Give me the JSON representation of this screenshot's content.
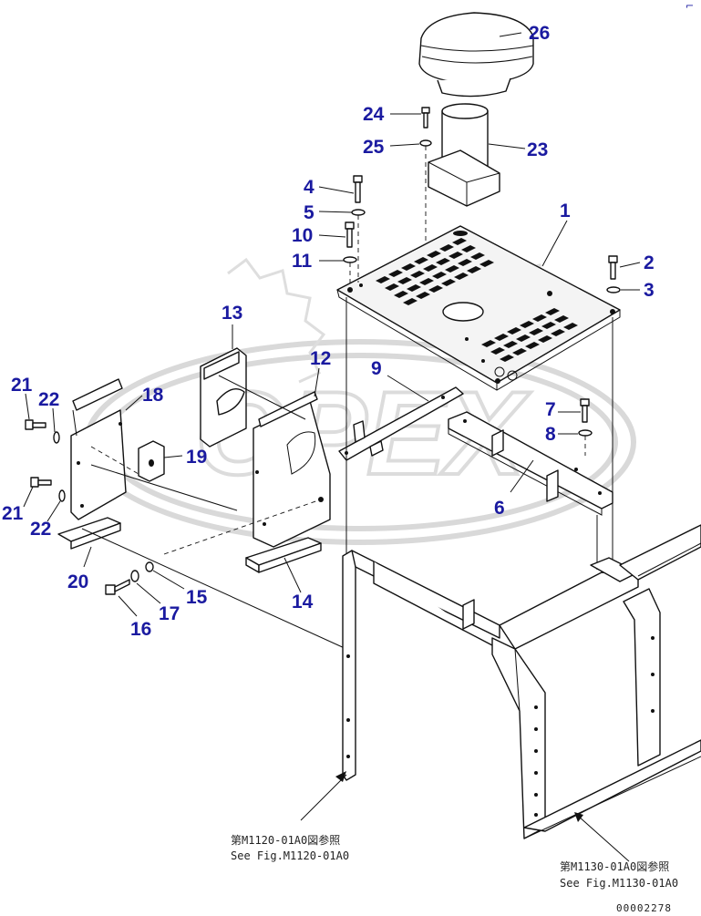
{
  "callouts": [
    {
      "id": "26",
      "label": "26"
    },
    {
      "id": "24",
      "label": "24"
    },
    {
      "id": "25",
      "label": "25"
    },
    {
      "id": "23",
      "label": "23"
    },
    {
      "id": "4",
      "label": "4"
    },
    {
      "id": "5",
      "label": "5"
    },
    {
      "id": "10",
      "label": "10"
    },
    {
      "id": "11",
      "label": "11"
    },
    {
      "id": "1",
      "label": "1"
    },
    {
      "id": "2",
      "label": "2"
    },
    {
      "id": "3",
      "label": "3"
    },
    {
      "id": "13",
      "label": "13"
    },
    {
      "id": "12",
      "label": "12"
    },
    {
      "id": "9",
      "label": "9"
    },
    {
      "id": "7",
      "label": "7"
    },
    {
      "id": "8",
      "label": "8"
    },
    {
      "id": "21a",
      "label": "21"
    },
    {
      "id": "22a",
      "label": "22"
    },
    {
      "id": "18",
      "label": "18"
    },
    {
      "id": "19",
      "label": "19"
    },
    {
      "id": "6",
      "label": "6"
    },
    {
      "id": "21b",
      "label": "21"
    },
    {
      "id": "22b",
      "label": "22"
    },
    {
      "id": "20",
      "label": "20"
    },
    {
      "id": "15",
      "label": "15"
    },
    {
      "id": "17",
      "label": "17"
    },
    {
      "id": "16",
      "label": "16"
    },
    {
      "id": "14",
      "label": "14"
    }
  ],
  "references": {
    "left_jp": "第M1120-01A0図参照",
    "left_en": "See Fig.M1120-01A0",
    "right_jp": "第M1130-01A0図参照",
    "right_en": "See Fig.M1130-01A0"
  },
  "corner_mark": "⌐",
  "document_id": "00002278",
  "watermark": "OPEX"
}
